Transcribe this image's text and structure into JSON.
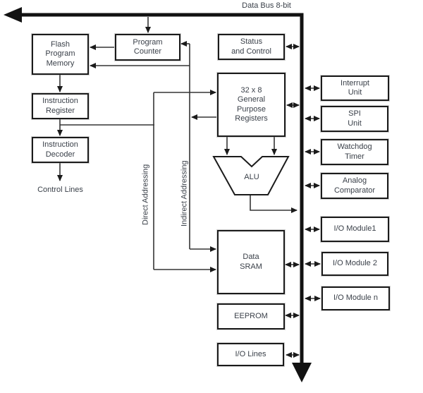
{
  "colors": {
    "line": "#353535",
    "border": "#1b1b1b",
    "text": "#3a4049",
    "bus": "#121212",
    "background": "#ffffff"
  },
  "bus": {
    "label": "Data Bus 8-bit"
  },
  "blocks": {
    "flash": "Flash\nProgram\nMemory",
    "program_counter": "Program\nCounter",
    "status_control": "Status\nand Control",
    "instruction_register": "Instruction\nRegister",
    "instruction_decoder": "Instruction\nDecoder",
    "gp_registers": "32 x 8\nGeneral\nPurpose\nRegisters",
    "alu": "ALU",
    "data_sram": "Data\nSRAM",
    "eeprom": "EEPROM",
    "io_lines": "I/O Lines",
    "interrupt_unit": "Interrupt\nUnit",
    "spi_unit": "SPI\nUnit",
    "watchdog_timer": "Watchdog\nTimer",
    "analog_comparator": "Analog\nComparator",
    "io_module_1": "I/O Module1",
    "io_module_2": "I/O Module 2",
    "io_module_n": "I/O Module n"
  },
  "labels": {
    "control_lines": "Control Lines",
    "direct_addressing": "Direct Addressing",
    "indirect_addressing": "Indirect Addressing"
  }
}
